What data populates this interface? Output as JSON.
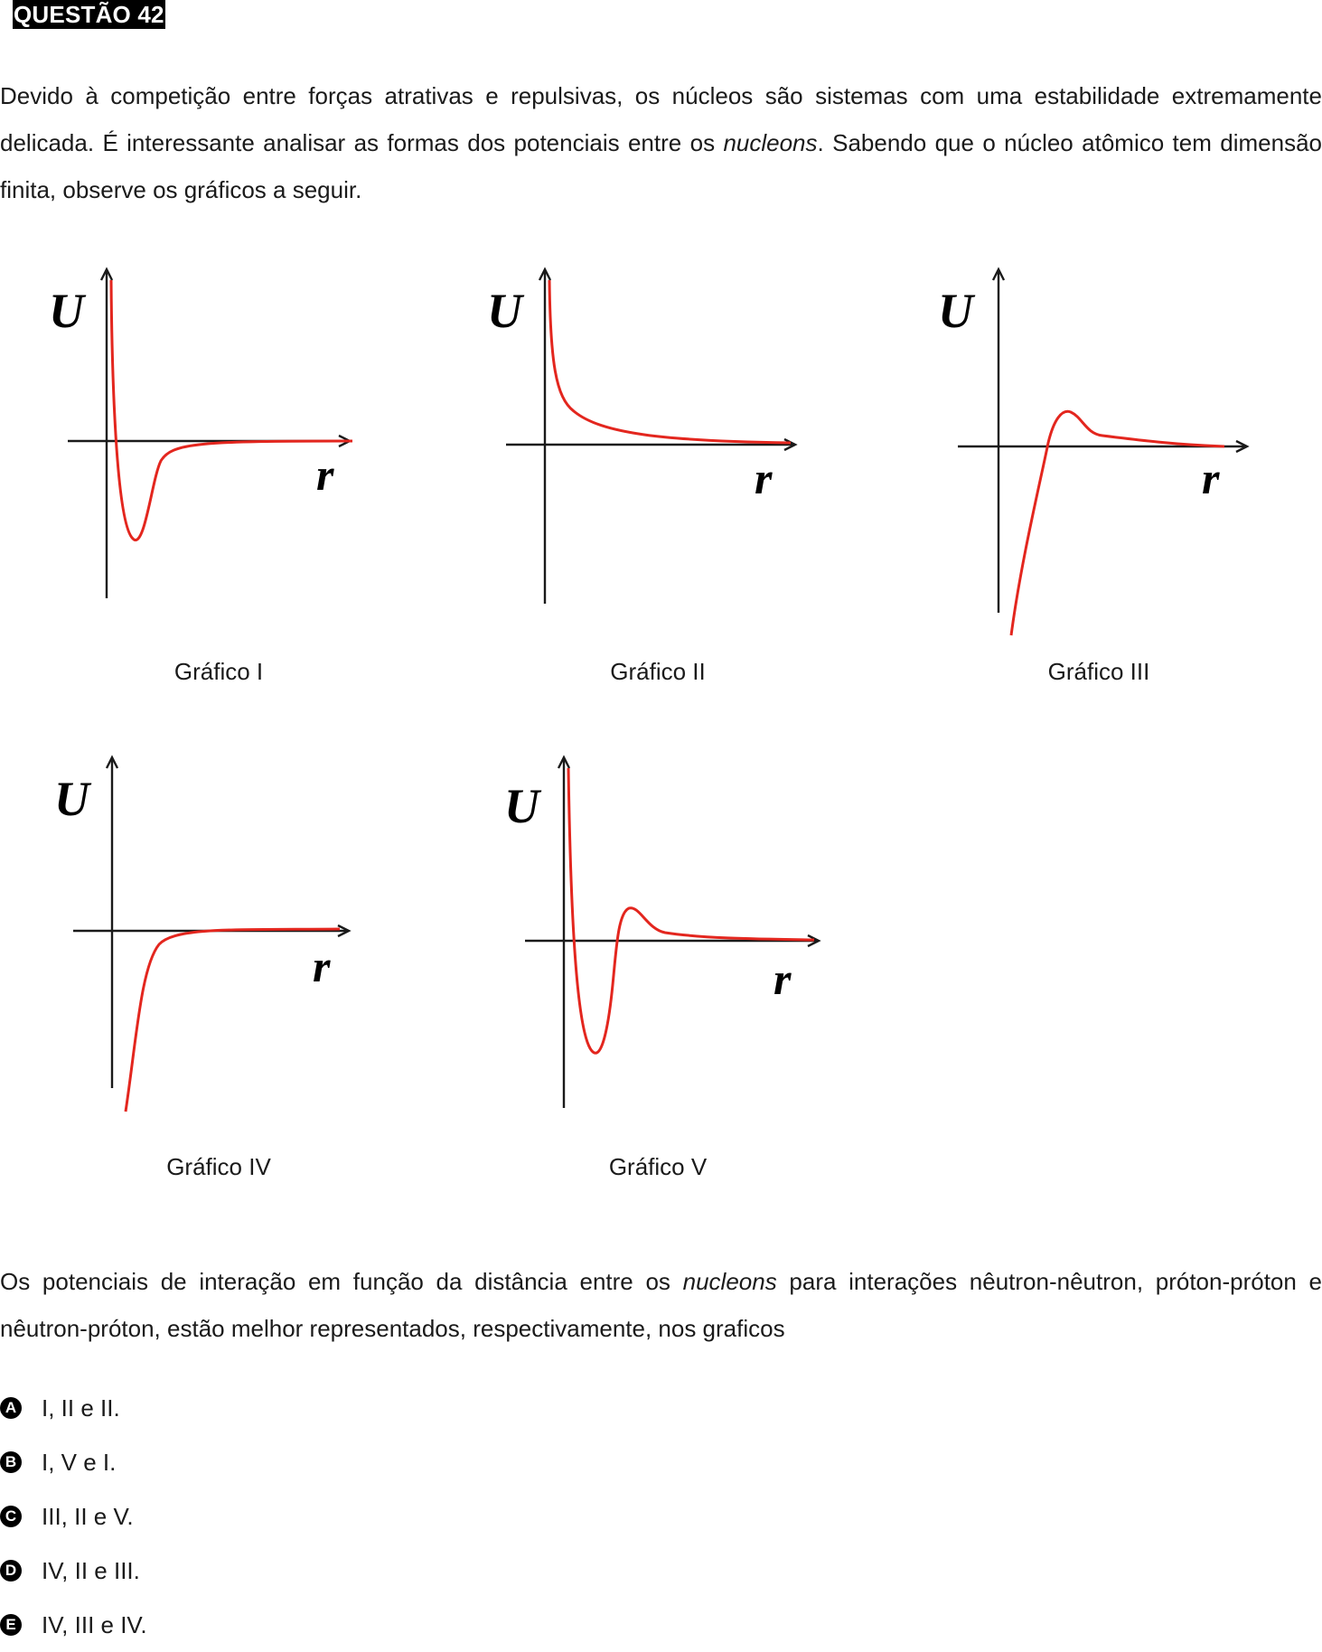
{
  "question": {
    "label": "QUESTÃO 42"
  },
  "intro": {
    "part1": "Devido à competição entre forças atrativas e repulsivas, os núcleos são sistemas com uma estabilidade extremamente delicada. É interessante analisar as formas dos potenciais entre os ",
    "italic": "nucleons",
    "part2": ". Sabendo que o núcleo atômico tem dimensão finita, observe os gráficos a seguir."
  },
  "graphs": [
    {
      "id": "I",
      "caption": "Gráfico I",
      "y_axis": "U",
      "x_axis": "r",
      "curve": "well"
    },
    {
      "id": "II",
      "caption": "Gráfico II",
      "y_axis": "U",
      "x_axis": "r",
      "curve": "repulsive"
    },
    {
      "id": "III",
      "caption": "Gráfico III",
      "y_axis": "U",
      "x_axis": "r",
      "curve": "attractive-barrier"
    },
    {
      "id": "IV",
      "caption": "Gráfico IV",
      "y_axis": "U",
      "x_axis": "r",
      "curve": "attractive"
    },
    {
      "id": "V",
      "caption": "Gráfico V",
      "y_axis": "U",
      "x_axis": "r",
      "curve": "well-barrier"
    }
  ],
  "prompt": {
    "part1": "Os potenciais de interação em função da distância entre os ",
    "italic": "nucleons",
    "part2": " para interações nêutron-nêutron, próton-próton e nêutron-próton, estão melhor representados, respectivamente, nos graficos"
  },
  "options": [
    {
      "letter": "A",
      "text": "I, II e II."
    },
    {
      "letter": "B",
      "text": "I, V e I."
    },
    {
      "letter": "C",
      "text": "III, II e V."
    },
    {
      "letter": "D",
      "text": "IV, II e III."
    },
    {
      "letter": "E",
      "text": "IV, III e IV."
    }
  ],
  "colors": {
    "curve": "#e3261e",
    "axis": "#1a1a1a"
  }
}
